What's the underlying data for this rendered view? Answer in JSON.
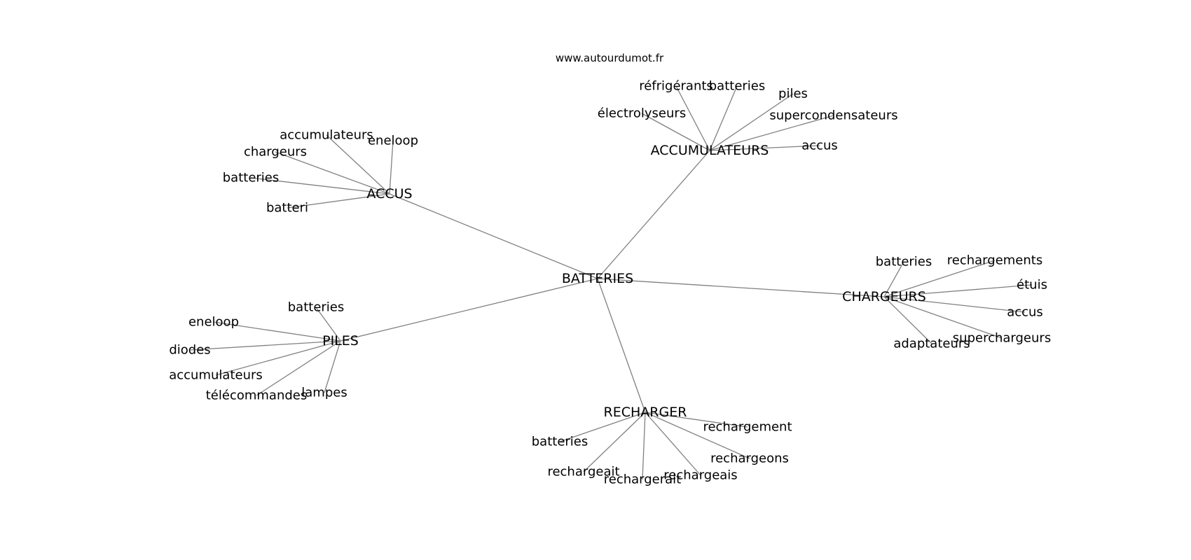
{
  "source": "www.autourdumot.fr",
  "center": "BATTERIES",
  "clusters": [
    {
      "hub": "ACCUMULATEURS",
      "leaves": [
        "réfrigérants",
        "batteries",
        "piles",
        "électrolyseurs",
        "supercondensateurs",
        "accus"
      ]
    },
    {
      "hub": "ACCUS",
      "leaves": [
        "accumulateurs",
        "eneloop",
        "chargeurs",
        "batteries",
        "batteri"
      ]
    },
    {
      "hub": "CHARGEURS",
      "leaves": [
        "batteries",
        "rechargements",
        "étuis",
        "accus",
        "superchargeurs",
        "adaptateurs"
      ]
    },
    {
      "hub": "PILES",
      "leaves": [
        "batteries",
        "eneloop",
        "diodes",
        "accumulateurs",
        "télécommandes",
        "lampes"
      ]
    },
    {
      "hub": "RECHARGER",
      "leaves": [
        "rechargement",
        "batteries",
        "rechargeons",
        "rechargeait",
        "rechargeais",
        "rechargerait"
      ]
    }
  ]
}
